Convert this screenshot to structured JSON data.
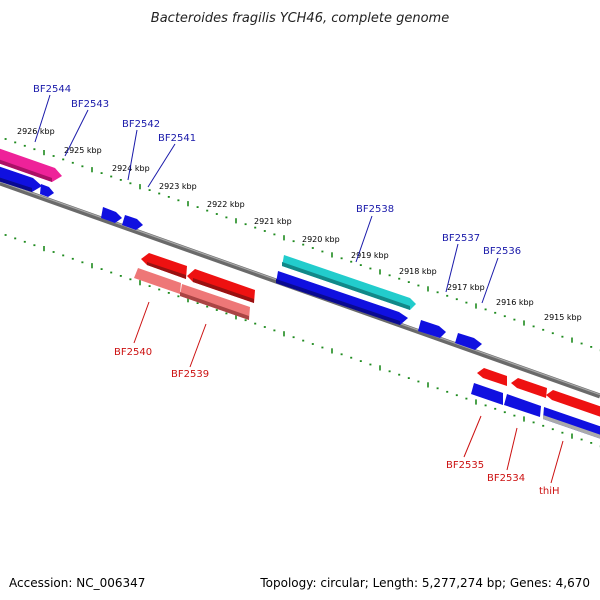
{
  "title": "Bacteroides fragilis YCH46, complete genome",
  "footer": {
    "accession": "Accession: NC_006347",
    "summary": "Topology: circular; Length: 5,277,274 bp; Genes: 4,670"
  },
  "colors": {
    "backbone": "#7a7a7a",
    "tick": "#1e8a1e",
    "forward_label": "#1a1aaa",
    "reverse_label": "#cc1111",
    "blue": "#1010e0",
    "red": "#ee1111",
    "cyan": "#22cccc",
    "pink": "#ee2299",
    "salmon": "#ee7777",
    "gray": "#c8c8c8"
  },
  "scale_labels": [
    "2926 kbp",
    "2925 kbp",
    "2924 kbp",
    "2923 kbp",
    "2922 kbp",
    "2921 kbp",
    "2920 kbp",
    "2919 kbp",
    "2918 kbp",
    "2917 kbp",
    "2916 kbp",
    "2915 kbp"
  ],
  "gene_labels_forward": [
    "BF2544",
    "BF2543",
    "BF2542",
    "BF2541",
    "BF2538",
    "BF2537",
    "BF2536"
  ],
  "gene_labels_reverse": [
    "BF2540",
    "BF2539",
    "BF2535",
    "BF2534",
    "thiH"
  ]
}
